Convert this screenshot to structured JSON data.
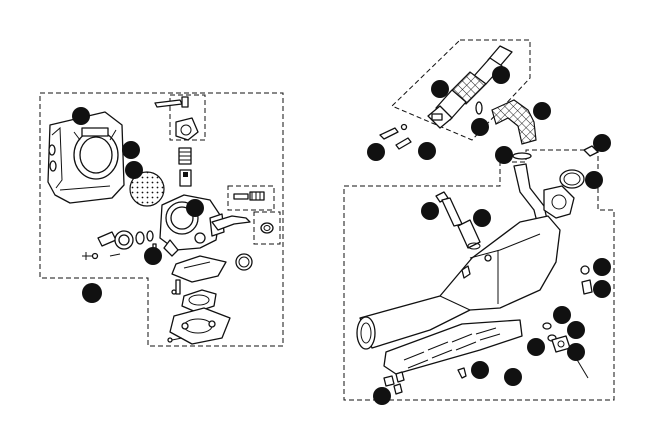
{
  "diagram": {
    "type": "exploded-parts-view",
    "groups": [
      {
        "id": "carburetor-assembly",
        "callout_count": 6
      },
      {
        "id": "exhaust-assembly",
        "callout_count": 21
      }
    ],
    "colors": {
      "line": "#111111",
      "background": "#ffffff",
      "callout": "#111111"
    }
  }
}
